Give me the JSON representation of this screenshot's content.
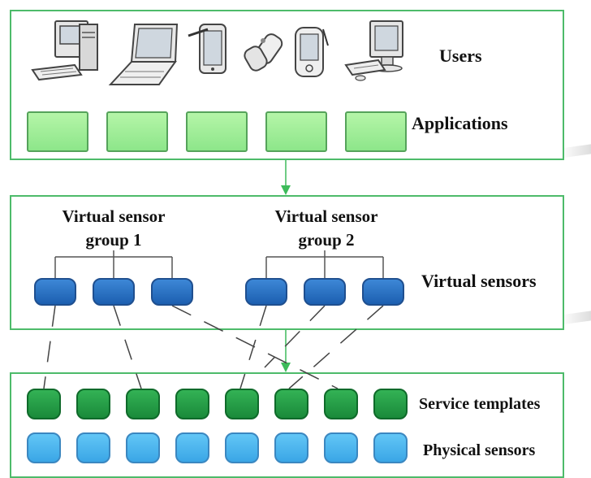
{
  "users": {
    "label": "Users",
    "devices": [
      "desktop-computer",
      "laptop",
      "tablet-with-stylus",
      "flip-phone",
      "pda",
      "monitor-keyboard"
    ]
  },
  "applications": {
    "label": "Applications",
    "count": 5
  },
  "virtual_sensors": {
    "label": "Virtual sensors",
    "group1_line1": "Virtual sensor",
    "group1_line2": "group 1",
    "group2_line1": "Virtual sensor",
    "group2_line2": "group 2"
  },
  "service_templates": {
    "label": "Service templates",
    "count": 8
  },
  "physical_sensors": {
    "label": "Physical sensors",
    "count": 8
  },
  "colors": {
    "panel_border": "#4dbb6a",
    "application_box": "#9ceb94",
    "virtual_sensor": "#2a6fc4",
    "service_template": "#1f9a42",
    "physical_sensor": "#4fb8f0",
    "arrow": "#3dbb5a"
  }
}
